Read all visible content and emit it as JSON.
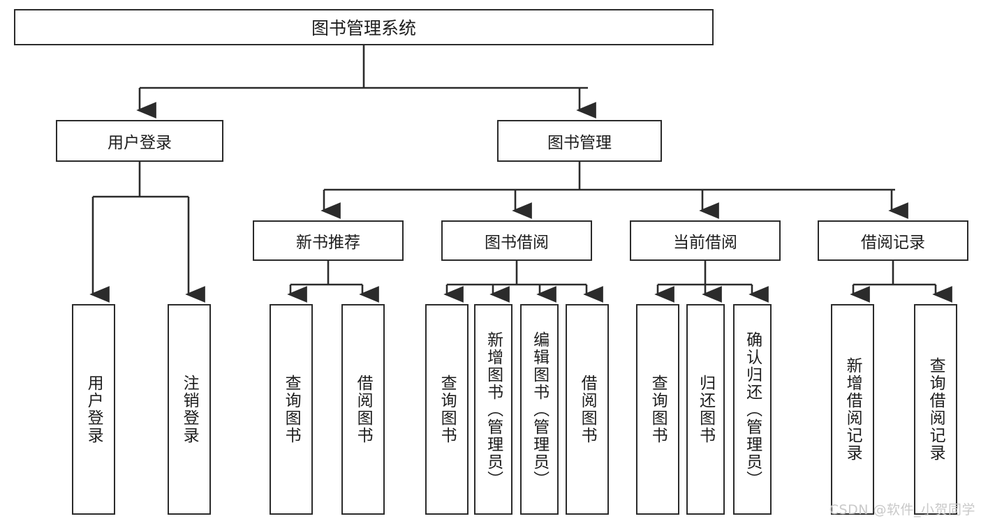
{
  "diagram": {
    "title": "图书管理系统",
    "watermark": "CSDN @软件_小贺同学",
    "colors": {
      "stroke": "#2b2b2b",
      "box_fill": "#ffffff",
      "text": "#1d1d1d",
      "background": "#ffffff",
      "watermark": "#c9c9c9"
    },
    "root": {
      "label": "图书管理系统"
    },
    "level1": [
      {
        "label": "用户登录"
      },
      {
        "label": "图书管理"
      }
    ],
    "level2": [
      {
        "label": "新书推荐"
      },
      {
        "label": "图书借阅"
      },
      {
        "label": "当前借阅"
      },
      {
        "label": "借阅记录"
      }
    ],
    "leaves": {
      "user_login": [
        {
          "label": "用户登录"
        },
        {
          "label": "注销登录"
        }
      ],
      "new_book": [
        {
          "label": "查询图书"
        },
        {
          "label": "借阅图书"
        }
      ],
      "book_borrow": [
        {
          "label": "查询图书"
        },
        {
          "label": "新增图书（管理员）"
        },
        {
          "label": "编辑图书（管理员）"
        },
        {
          "label": "借阅图书"
        }
      ],
      "current_borrow": [
        {
          "label": "查询图书"
        },
        {
          "label": "归还图书"
        },
        {
          "label": "确认归还（管理员）"
        }
      ],
      "borrow_record": [
        {
          "label": "新增借阅记录"
        },
        {
          "label": "查询借阅记录"
        }
      ]
    }
  }
}
